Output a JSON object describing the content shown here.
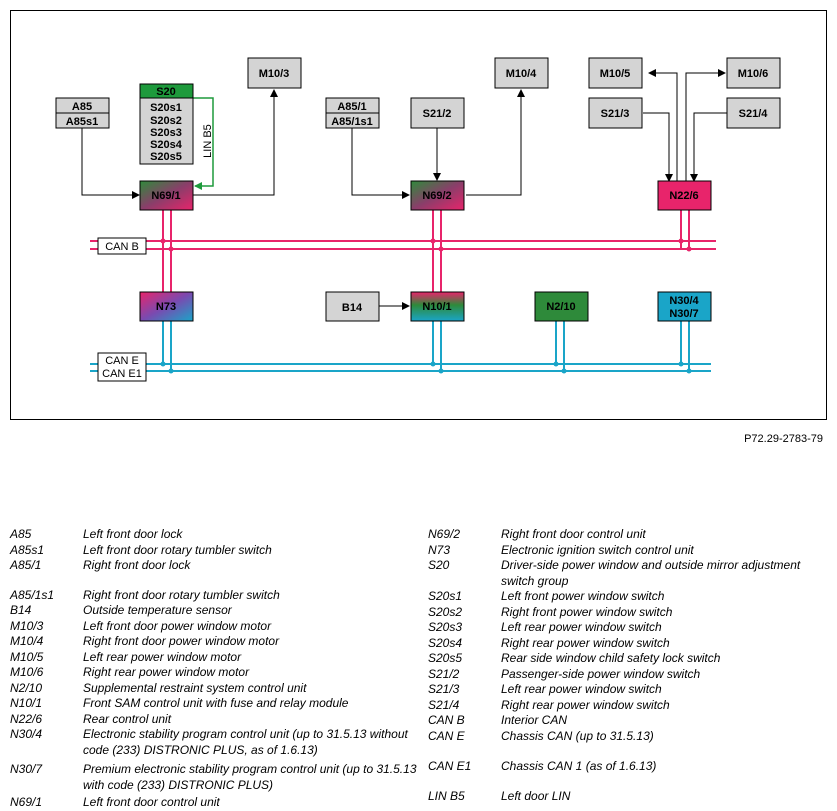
{
  "diagram": {
    "figure_code": "P72.29-2783-79",
    "colors": {
      "can_b": "#e8246b",
      "can_e": "#1aa5c8",
      "lin": "#1e9a3c",
      "box_gray": "#d4d4d4",
      "box_stroke": "#000000"
    },
    "boxes": {
      "A85": "A85",
      "A85s1": "A85s1",
      "S20": "S20",
      "S20s1": "S20s1",
      "S20s2": "S20s2",
      "S20s3": "S20s3",
      "S20s4": "S20s4",
      "S20s5": "S20s5",
      "M10_3": "M10/3",
      "N69_1": "N69/1",
      "A85_1": "A85/1",
      "A85_1s1": "A85/1s1",
      "S21_2": "S21/2",
      "M10_4": "M10/4",
      "N69_2": "N69/2",
      "M10_5": "M10/5",
      "M10_6": "M10/6",
      "S21_3": "S21/3",
      "S21_4": "S21/4",
      "N22_6": "N22/6",
      "N73": "N73",
      "B14": "B14",
      "N10_1": "N10/1",
      "N2_10": "N2/10",
      "N30_4": "N30/4",
      "N30_7": "N30/7"
    },
    "bus_labels": {
      "can_b": "CAN B",
      "can_e": "CAN E",
      "can_e1": "CAN E1",
      "lin_b5": "LIN B5"
    }
  },
  "legend": {
    "left": [
      {
        "code": "A85",
        "desc": "Left front door lock"
      },
      {
        "code": "A85s1",
        "desc": "Left front door rotary tumbler switch"
      },
      {
        "code": "A85/1",
        "desc": "Right front door lock"
      },
      {
        "code": "A85/1s1",
        "desc": "Right front door rotary tumbler switch"
      },
      {
        "code": "B14",
        "desc": "Outside temperature sensor"
      },
      {
        "code": "M10/3",
        "desc": "Left front door power window motor"
      },
      {
        "code": "M10/4",
        "desc": "Right front door power window motor"
      },
      {
        "code": "M10/5",
        "desc": "Left rear power window motor"
      },
      {
        "code": "M10/6",
        "desc": "Right rear power window motor"
      },
      {
        "code": "N2/10",
        "desc": "Supplemental restraint system control unit"
      },
      {
        "code": "N10/1",
        "desc": "Front SAM control unit with fuse and relay module"
      },
      {
        "code": "N22/6",
        "desc": "Rear control unit"
      },
      {
        "code": "N30/4",
        "desc": "Electronic stability program control unit (up to 31.5.13 without code (233) DISTRONIC PLUS, as of 1.6.13)"
      },
      {
        "code": "N30/7",
        "desc": "Premium electronic stability program control unit (up to 31.5.13 with code (233) DISTRONIC PLUS)"
      },
      {
        "code": "N69/1",
        "desc": "Left front door control unit"
      }
    ],
    "right": [
      {
        "code": "N69/2",
        "desc": "Right front door control unit"
      },
      {
        "code": "N73",
        "desc": "Electronic ignition switch control unit"
      },
      {
        "code": "S20",
        "desc": "Driver-side power window and outside mirror adjustment switch group"
      },
      {
        "code": "S20s1",
        "desc": "Left front power window switch"
      },
      {
        "code": "S20s2",
        "desc": "Right front power window switch"
      },
      {
        "code": "S20s3",
        "desc": "Left rear power window switch"
      },
      {
        "code": "S20s4",
        "desc": "Right rear power window switch"
      },
      {
        "code": "S20s5",
        "desc": "Rear side window child safety lock switch"
      },
      {
        "code": "S21/2",
        "desc": "Passenger-side power window switch"
      },
      {
        "code": "S21/3",
        "desc": "Left rear power window switch"
      },
      {
        "code": "S21/4",
        "desc": "Right rear power window switch"
      },
      {
        "code": "CAN B",
        "desc": "Interior CAN"
      },
      {
        "code": "CAN E",
        "desc": "Chassis CAN (up to 31.5.13)"
      },
      {
        "code": "CAN E1",
        "desc": "Chassis CAN 1 (as of 1.6.13)"
      },
      {
        "code": "LIN B5",
        "desc": "Left door LIN"
      }
    ]
  }
}
